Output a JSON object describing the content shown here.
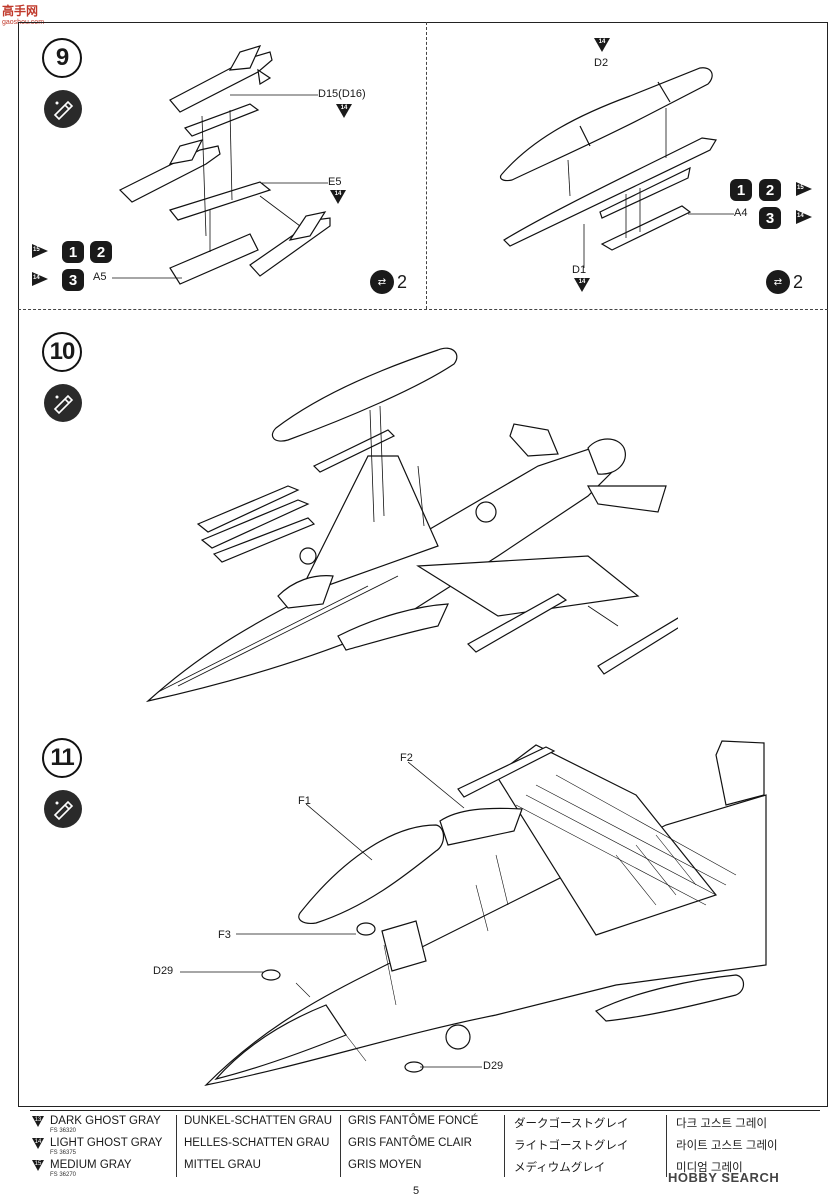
{
  "watermark": {
    "site_cn": "高手网",
    "site_url": "gaoshou.com",
    "bottom_right": "HOBBY SEARCH"
  },
  "page_number": "5",
  "steps": [
    {
      "number": "9"
    },
    {
      "number": "10"
    },
    {
      "number": "11"
    }
  ],
  "step9_left": {
    "labels": {
      "d15": "D15(D16)",
      "e5": "E5",
      "a5": "A5"
    },
    "paint_codes": {
      "d15": "14",
      "e5": "14",
      "a5_medium": "15",
      "a5_light": "14"
    },
    "version_badges": [
      "1",
      "2",
      "3"
    ],
    "repeat": "2"
  },
  "step9_right": {
    "labels": {
      "d2": "D2",
      "d1": "D1",
      "a4": "A4"
    },
    "paint_codes": {
      "d2": "14",
      "d1": "14",
      "a4_medium": "15",
      "a4_light": "14"
    },
    "version_badges": [
      "1",
      "2",
      "3"
    ],
    "repeat": "2"
  },
  "step11": {
    "labels": {
      "f1": "F1",
      "f2": "F2",
      "f3": "F3",
      "d29_a": "D29",
      "d29_b": "D29"
    }
  },
  "legend": {
    "colors": [
      {
        "code": "13",
        "en": "DARK GHOST GRAY",
        "fs": "FS 36320",
        "de": "DUNKEL-SCHATTEN GRAU",
        "fr": "GRIS FANTÔME FONCÉ",
        "ja": "ダークゴーストグレイ",
        "ko": "다크 고스트 그레이"
      },
      {
        "code": "14",
        "en": "LIGHT GHOST GRAY",
        "fs": "FS 36375",
        "de": "HELLES-SCHATTEN GRAU",
        "fr": "GRIS FANTÔME CLAIR",
        "ja": "ライトゴーストグレイ",
        "ko": "라이트 고스트 그레이"
      },
      {
        "code": "15",
        "en": "MEDIUM GRAY",
        "fs": "FS 36270",
        "de": "MITTEL GRAU",
        "fr": "GRIS MOYEN",
        "ja": "メディウムグレイ",
        "ko": "미디엄 그레이"
      }
    ]
  }
}
